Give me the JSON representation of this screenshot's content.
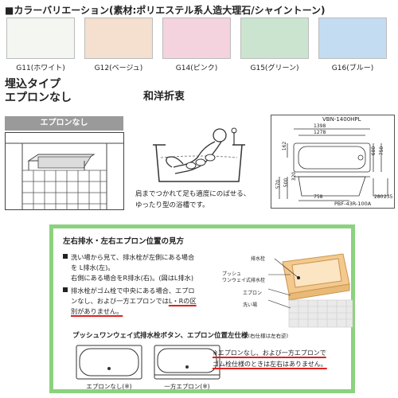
{
  "header": {
    "title": "■カラーバリエーション(素材:ポリエステル系人造大理石/シャイントーン)"
  },
  "colors": [
    {
      "label": "G11(ホワイト)",
      "hex": "#f3f6f1"
    },
    {
      "label": "G12(ベージュ)",
      "hex": "#f5dfcf"
    },
    {
      "label": "G14(ピンク)",
      "hex": "#f4d3de"
    },
    {
      "label": "G15(グリーン)",
      "hex": "#cbe4cf"
    },
    {
      "label": "G16(ブルー)",
      "hex": "#c3dcf1"
    }
  ],
  "type_section": {
    "line1": "埋込タイプ",
    "line2": "エプロンなし",
    "tag": "エプロンなし"
  },
  "style_section": {
    "title": "和洋折衷",
    "caption_line1": "肩までつかれて足も適度にのばせる、",
    "caption_line2": "ゆったり型の浴槽です。"
  },
  "drawing": {
    "model": "VBN-1400HPL",
    "dims": {
      "d1398": "1398",
      "d1278": "1278",
      "d162": "162",
      "d680": "680",
      "d750": "750",
      "d570": "570",
      "d500": "500",
      "d320": "320",
      "d758": "758",
      "d280": "280",
      "d235": "235"
    },
    "part": "PBF-43R-100A"
  },
  "guide": {
    "title": "左右排水・左右エプロン位置の見方",
    "p1_line1": "洗い場から見て、排水栓が左側にある場合",
    "p1_line2": "を L排水(左)。",
    "p1_line3": "右側にある場合をR排水(右)。(図はL排水)",
    "p2_line1": "排水栓がゴム栓で中央にある場合、エプロ",
    "p2_line2": "ンなし、および一方エプロンでは",
    "p2_line3_a": "L・Rの区",
    "p2_line4": "別がありません。",
    "diagram_labels": {
      "drain": "排水栓",
      "push_line1": "プッシュ",
      "push_line2": "ワンウェイ式排水栓",
      "apron": "エプロン",
      "wash": "洗い場"
    },
    "subtitle": "プッシュワンウェイ式排水栓ボタン、エプロン位置左仕様",
    "subtitle_note": "(右仕様は左右逆)",
    "red_note_line1": "※エプロンなし、および一方エプロンで",
    "red_note_line2": "ゴム栓仕様のときは左右はありません。",
    "tub1_label": "エプロンなし(※)",
    "tub2_label": "一方エプロン(※)"
  }
}
